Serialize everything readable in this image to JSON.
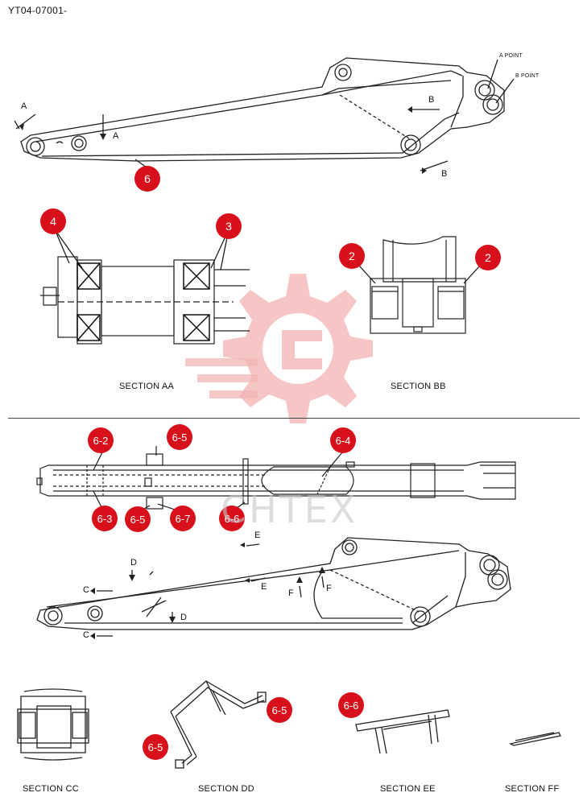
{
  "doc_code": "YT04-07001-",
  "watermark": "CHTEX",
  "top_view": {
    "point_labels": {
      "a": "A POINT",
      "b": "B POINT"
    },
    "arrow_letters": {
      "a_left": "A",
      "a_mid": "A",
      "b_top": "B",
      "b_bottom": "B"
    },
    "badge": "6"
  },
  "section_aa": {
    "label": "SECTION AA",
    "badges": [
      "4",
      "3"
    ]
  },
  "section_bb": {
    "label": "SECTION BB",
    "badges": [
      "2",
      "2"
    ]
  },
  "lower_plan": {
    "badges": [
      "6-2",
      "6-5",
      "6-4",
      "6-3",
      "6-5",
      "6-7",
      "6-6"
    ]
  },
  "lower_side": {
    "arrow_letters": {
      "e_top": "E",
      "e_mid": "E",
      "d_top": "D",
      "d_bottom": "D",
      "c_top": "C",
      "c_bottom": "C",
      "f_left": "F",
      "f_right": "F"
    }
  },
  "section_cc": {
    "label": "SECTION CC"
  },
  "section_dd": {
    "label": "SECTION DD",
    "badges": [
      "6-5",
      "6-5"
    ]
  },
  "section_ee": {
    "label": "SECTION EE",
    "badges": [
      "6-6"
    ]
  },
  "section_ff": {
    "label": "SECTION FF"
  }
}
